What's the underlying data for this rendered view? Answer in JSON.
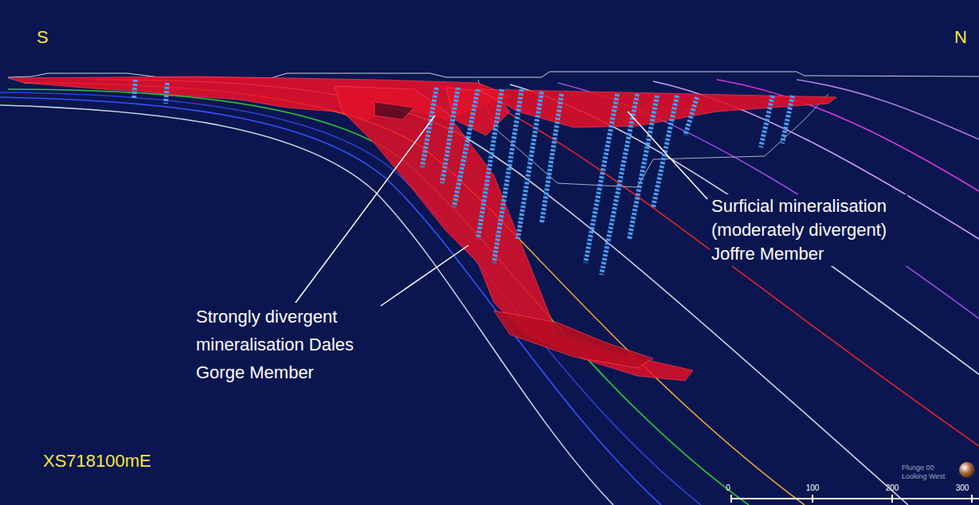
{
  "diagram": {
    "labels": [
      "S",
      "N",
      "Surficial mineralisation (moderately divergent) Joffre Member",
      "Strongly divergent mineralisation Dales Gorge Member",
      "XS718100mE",
      "Plunge 00",
      "Looking West",
      "0",
      "100",
      "200",
      "300"
    ]
  }
}
